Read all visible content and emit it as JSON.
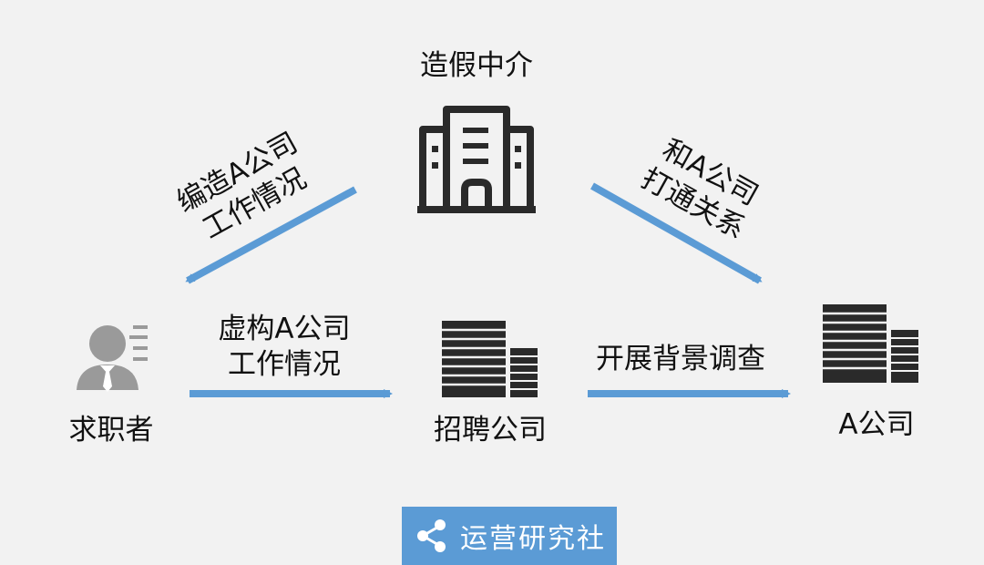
{
  "nodes": {
    "agency": "造假中介",
    "job_seeker": "求职者",
    "recruiting_company": "招聘公司",
    "company_a": "A公司"
  },
  "edges": {
    "agency_to_seeker": [
      "编造A公司",
      "工作情况"
    ],
    "agency_to_company_a": [
      "和A公司",
      "打通关系"
    ],
    "seeker_to_recruiter": [
      "虚构A公司",
      "工作情况"
    ],
    "recruiter_to_company_a": "开展背景调查"
  },
  "badge": {
    "text": "运营研究社",
    "icon": "share-icon"
  },
  "colors": {
    "arrow": "#5b9bd5",
    "icon_dark": "#2a2a2a",
    "background": "#f2f2f2"
  }
}
